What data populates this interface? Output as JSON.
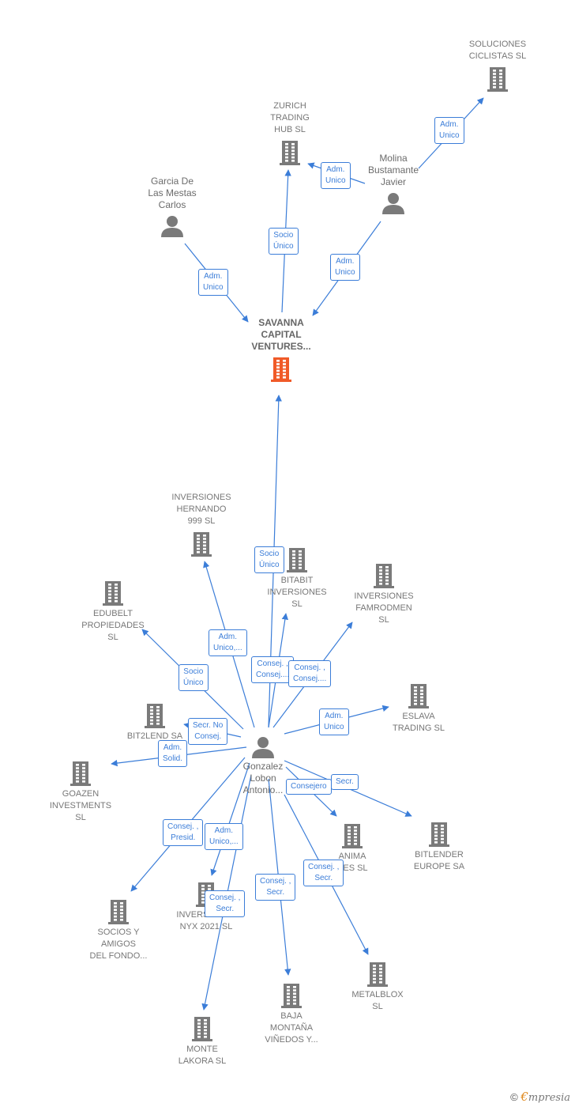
{
  "colors": {
    "edge": "#3b7dd8",
    "building": "#7a7a7a",
    "main_building": "#f05a28",
    "person": "#7a7a7a"
  },
  "nodes": {
    "soluciones": {
      "label": "SOLUCIONES\nCICLISTAS  SL",
      "type": "company"
    },
    "zurich": {
      "label": "ZURICH\nTRADING\nHUB  SL",
      "type": "company"
    },
    "garcia": {
      "label": "Garcia De\nLas Mestas\nCarlos",
      "type": "person"
    },
    "molina": {
      "label": "Molina\nBustamante\nJavier",
      "type": "person"
    },
    "savanna": {
      "label": "SAVANNA\nCAPITAL\nVENTURES...",
      "type": "main"
    },
    "hernando": {
      "label": "INVERSIONES\nHERNANDO\n999  SL",
      "type": "company"
    },
    "bitabit": {
      "label": "BITABIT\nINVERSIONES\nSL",
      "type": "company"
    },
    "edubelt": {
      "label": "EDUBELT\nPROPIEDADES\nSL",
      "type": "company"
    },
    "famrodmen": {
      "label": "INVERSIONES\nFAMRODMEN\nSL",
      "type": "company"
    },
    "bit2lend": {
      "label": "BIT2LEND SA",
      "type": "company"
    },
    "eslava": {
      "label": "ESLAVA\nTRADING  SL",
      "type": "company"
    },
    "goazen": {
      "label": "GOAZEN\nINVESTMENTS\nSL",
      "type": "company"
    },
    "gonzalez": {
      "label": "Gonzalez\nLobon\nAntonio...",
      "type": "person"
    },
    "anima": {
      "label": "ANIMA\nRES  SL",
      "type": "company"
    },
    "bitlender": {
      "label": "BITLENDER\nEUROPE SA",
      "type": "company"
    },
    "socios": {
      "label": "SOCIOS Y\nAMIGOS\nDEL FONDO...",
      "type": "company"
    },
    "nyx": {
      "label": "INVERSIONES\nNYX 2021  SL",
      "type": "company"
    },
    "metalblox": {
      "label": "METALBLOX\nSL",
      "type": "company"
    },
    "baja": {
      "label": "BAJA\nMONTAÑA\nVIÑEDOS Y...",
      "type": "company"
    },
    "monte": {
      "label": "MONTE\nLAKORA  SL",
      "type": "company"
    }
  },
  "edges": [
    {
      "from": "molina",
      "to": "soluciones",
      "label": "Adm.\nUnico"
    },
    {
      "from": "molina",
      "to": "zurich",
      "label": "Adm.\nUnico"
    },
    {
      "from": "savanna",
      "to": "zurich",
      "label": "Socio\nÚnico"
    },
    {
      "from": "garcia",
      "to": "savanna",
      "label": "Adm.\nUnico"
    },
    {
      "from": "molina",
      "to": "savanna",
      "label": "Adm.\nUnico"
    },
    {
      "from": "gonzalez",
      "to": "savanna",
      "label": "Socio\nÚnico"
    },
    {
      "from": "gonzalez",
      "to": "hernando",
      "label": "Adm.\nUnico,..."
    },
    {
      "from": "gonzalez",
      "to": "bitabit",
      "label": "Consej. ,\nConsej...."
    },
    {
      "from": "gonzalez",
      "to": "famrodmen",
      "label": "Consej. ,\nConsej...."
    },
    {
      "from": "gonzalez",
      "to": "edubelt",
      "label": "Socio\nÚnico"
    },
    {
      "from": "gonzalez",
      "to": "eslava",
      "label": "Adm.\nUnico"
    },
    {
      "from": "gonzalez",
      "to": "bit2lend",
      "label": "Secr.  No\nConsej."
    },
    {
      "from": "gonzalez",
      "to": "goazen",
      "label": "Adm.\nSolid."
    },
    {
      "from": "gonzalez",
      "to": "anima",
      "label": "Consejero"
    },
    {
      "from": "gonzalez",
      "to": "bitlender",
      "label": "Secr."
    },
    {
      "from": "gonzalez",
      "to": "socios",
      "label": "Consej. ,\nPresid."
    },
    {
      "from": "gonzalez",
      "to": "nyx",
      "label": "Adm.\nUnico,..."
    },
    {
      "from": "gonzalez",
      "to": "monte",
      "label": "Consej. ,\nSecr."
    },
    {
      "from": "gonzalez",
      "to": "baja",
      "label": "Consej. ,\nSecr."
    },
    {
      "from": "gonzalez",
      "to": "metalblox",
      "label": "Consej. ,\nSecr."
    }
  ],
  "brand": {
    "copyright": "©",
    "e": "€",
    "rest": "mpresia"
  }
}
